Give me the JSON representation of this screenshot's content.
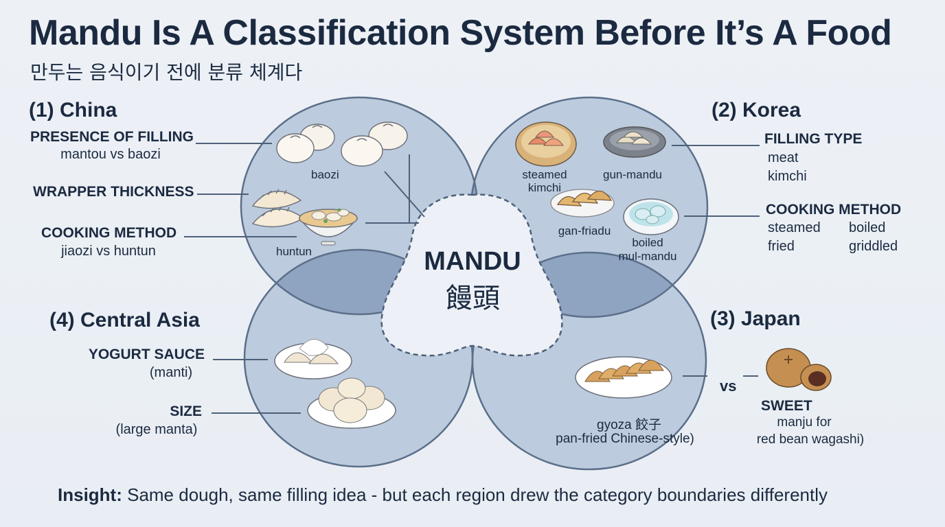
{
  "header": {
    "title": "Mandu Is A Classification System Before It’s A Food",
    "subtitle": "만두는 음식이기 전에 분류 체계다"
  },
  "center": {
    "label": "MANDU",
    "hanja": "饅頭"
  },
  "regions": {
    "china": {
      "title": "(1) China",
      "labels": [
        {
          "label": "PRESENCE OF FILLING",
          "detail": "mantou vs baozi"
        },
        {
          "label": "WRAPPER THICKNESS",
          "detail": ""
        },
        {
          "label": "COOKING METHOD",
          "detail": "jiaozi vs huntun"
        }
      ],
      "captions": [
        "baozi",
        "huntun"
      ]
    },
    "korea": {
      "title": "(2) Korea",
      "filling_label": "FILLING TYPE",
      "filling_values": [
        "meat",
        "kimchi"
      ],
      "cooking_label": "COOKING METHOD",
      "cooking_values": [
        "steamed",
        "boiled",
        "fried",
        "griddled"
      ],
      "captions": {
        "steamed_l1": "steamed",
        "steamed_l2": "kimchi",
        "gun": "gun-mandu",
        "gan": "gan-friadu",
        "boiled_l1": "boiled",
        "boiled_l2": "mul-mandu"
      }
    },
    "japan": {
      "title": "(3) Japan",
      "gyoza_l1": "gyoza 餃子",
      "gyoza_l2": "pan-fried Chinese-style)",
      "vs": "vs",
      "sweet_label": "SWEET",
      "sweet_l1": "manju for",
      "sweet_l2": "red bean wagashi)"
    },
    "central_asia": {
      "title": "(4) Central Asia",
      "labels": [
        {
          "label": "YOGURT SAUCE",
          "detail": "(manti)"
        },
        {
          "label": "SIZE",
          "detail": "(large manta)"
        }
      ]
    }
  },
  "insight": {
    "prefix": "Insight:",
    "text": " Same dough, same filling idea - but each region drew the category boundaries differently"
  },
  "colors": {
    "circle_fill": "#b9c9dc",
    "circle_stroke": "#5b6f8a",
    "overlap_fill": "#8ea3bf",
    "center_fill": "#edf1f7",
    "text": "#1b2a40",
    "leader": "#4d6079",
    "dough": "#f6efe2",
    "fried": "#d9a35f"
  }
}
